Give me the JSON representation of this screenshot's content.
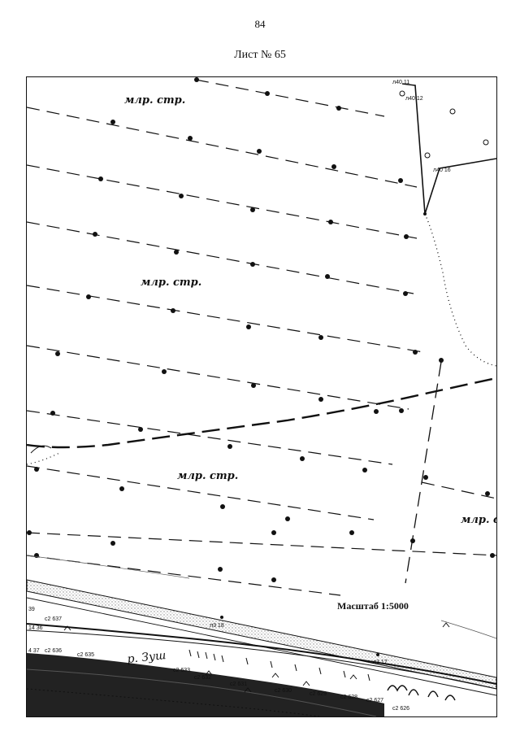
{
  "page": {
    "number": "84",
    "title": "Лист № 65"
  },
  "map": {
    "field_label_1": "млр. стр.",
    "field_label_2": "млр. стр.",
    "field_label_3": "млр. стр.",
    "field_label_4": "млр. с",
    "river_label": "р. Зуш",
    "scale_label": "Масштаб 1:5000",
    "points": {
      "l40_11": "л40 11",
      "l40_12": "л40 12",
      "l40_16": "л40 16",
      "p39": "39",
      "c2_637": "с2 637",
      "p14_36": "14 36",
      "l3_18": "л3 18",
      "p4_37": "4 37",
      "c2_636": "с2 636",
      "c2_635": "с2 635",
      "c2_633": "с2 633",
      "c2_632": "с2 632",
      "c2_631": "с2 631",
      "c2_630": "с2 630",
      "c2_629": "с2 629",
      "c2_628": "с2 628",
      "c2_627": "с2 627",
      "c2_626": "с2 626",
      "l3_17": "л3 17"
    }
  }
}
